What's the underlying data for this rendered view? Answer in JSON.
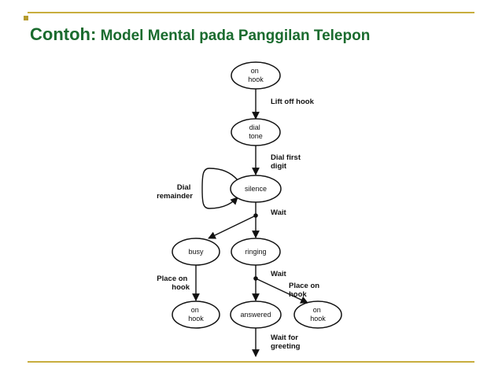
{
  "slide": {
    "title_prefix": "Contoh:",
    "title_rest": " Model Mental pada Panggilan Telepon",
    "title_color": "#1a6b2e",
    "rule_color": "#c8ad3e"
  },
  "diagram": {
    "nodes": {
      "on_hook_top": [
        "on",
        "hook"
      ],
      "dial_tone": [
        "dial",
        "tone"
      ],
      "silence": [
        "silence"
      ],
      "busy": [
        "busy"
      ],
      "ringing": [
        "ringing"
      ],
      "on_hook_left": [
        "on",
        "hook"
      ],
      "answered": [
        "answered"
      ],
      "on_hook_right": [
        "on",
        "hook"
      ]
    },
    "edges": {
      "lift_off_hook": [
        "Lift off hook"
      ],
      "dial_first_digit": [
        "Dial first",
        "digit"
      ],
      "dial_remainder": [
        "Dial",
        "remainder"
      ],
      "wait_1": [
        "Wait"
      ],
      "place_on_hook_left": [
        "Place on",
        "hook"
      ],
      "wait_2": [
        "Wait"
      ],
      "place_on_hook_right": [
        "Place on",
        "hook"
      ],
      "wait_for_greeting": [
        "Wait for",
        "greeting"
      ]
    }
  }
}
